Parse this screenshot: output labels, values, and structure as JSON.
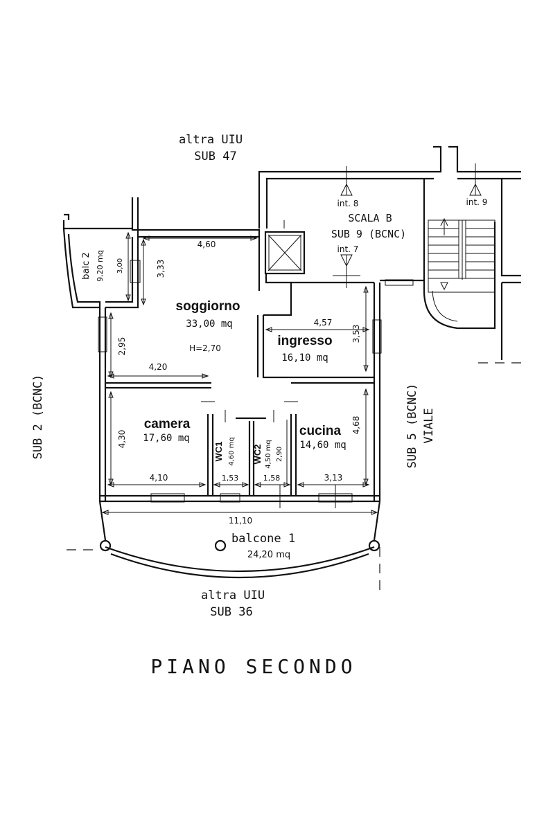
{
  "plan": {
    "title": "PIANO SECONDO",
    "neighbors": {
      "top_line1": "altra UIU",
      "top_line2": "SUB 47",
      "bottom_line1": "altra UIU",
      "bottom_line2": "SUB 36",
      "left": "SUB 2 (BCNC)",
      "right_line1": "SUB 5 (BCNC)",
      "right_line2": "VIALE"
    },
    "stair": {
      "int8": "int. 8",
      "int9": "int. 9",
      "int7": "int. 7",
      "name": "SCALA B",
      "sub": "SUB 9 (BCNC)"
    },
    "rooms": {
      "soggiorno": {
        "name": "soggiorno",
        "area": "33,00 mq",
        "height": "H=2,70"
      },
      "ingresso": {
        "name": "ingresso",
        "area": "16,10 mq"
      },
      "camera": {
        "name": "camera",
        "area": "17,60 mq"
      },
      "cucina": {
        "name": "cucina",
        "area": "14,60 mq"
      },
      "wc1": {
        "name": "WC1",
        "area": "4,60 mq"
      },
      "wc2": {
        "name": "WC2",
        "area": "4,50 mq"
      },
      "balc2": {
        "name": "balc 2",
        "area": "9,20 mq"
      },
      "balcone1": {
        "name": "balcone 1",
        "area": "24,20 mq"
      }
    },
    "dimensions": {
      "soggiorno_width": "4,60",
      "soggiorno_depth": "3,33",
      "balc2_depth": "3,00",
      "ingresso_width": "4,57",
      "ingresso_depth": "3,53",
      "left_depth": "2,95",
      "corridor_width": "4,20",
      "camera_depth": "4,30",
      "camera_width": "4,10",
      "wc1_width": "1,53",
      "wc2_width": "1,58",
      "wc2_depth": "2,90",
      "cucina_width": "3,13",
      "cucina_depth": "4,68",
      "balcone_width": "11,10"
    }
  }
}
